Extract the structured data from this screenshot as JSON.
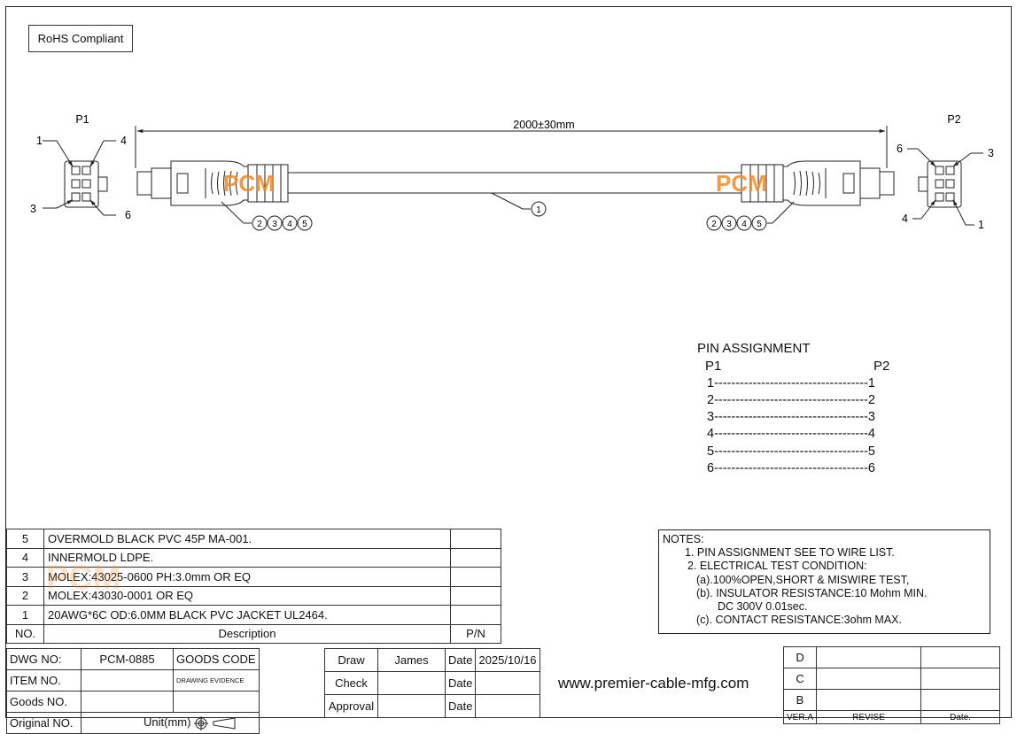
{
  "rohs": "RoHS Compliant",
  "drawing": {
    "length_dim": "2000±30mm",
    "p1_label": "P1",
    "p2_label": "P2",
    "p1_pins": {
      "top_left": "1",
      "top_right": "4",
      "bottom_left": "3",
      "bottom_right": "6"
    },
    "p2_pins": {
      "top_left": "6",
      "top_right": "3",
      "bottom_left": "4",
      "bottom_right": "1"
    },
    "balloon_cable": "1",
    "balloons": [
      "2",
      "3",
      "4",
      "5"
    ],
    "watermark": "PCM",
    "colors": {
      "watermark": "#f08a24",
      "line": "#222222"
    }
  },
  "pin_assignment": {
    "title": "PIN  ASSIGNMENT",
    "left_head": "P1",
    "right_head": "P2",
    "rows": [
      "1------------------------------------1",
      "2------------------------------------2",
      "3------------------------------------3",
      "4------------------------------------4",
      "5------------------------------------5",
      "6------------------------------------6"
    ]
  },
  "notes": {
    "title": "NOTES:",
    "lines": [
      "1. PIN ASSIGNMENT SEE TO WIRE LIST.",
      "2. ELECTRICAL TEST CONDITION:",
      "(a).100%OPEN,SHORT & MISWIRE TEST,",
      "(b). INSULATOR RESISTANCE:10 Mohm MIN.",
      "DC 300V 0.01sec.",
      "(c). CONTACT RESISTANCE:3ohm MAX."
    ]
  },
  "bom": {
    "rows": [
      {
        "no": "5",
        "desc": "OVERMOLD BLACK PVC 45P MA-001.",
        "pn": ""
      },
      {
        "no": "4",
        "desc": "INNERMOLD LDPE.",
        "pn": ""
      },
      {
        "no": "3",
        "desc": "MOLEX:43025-0600  PH:3.0mm  OR  EQ",
        "pn": ""
      },
      {
        "no": "2",
        "desc": "MOLEX:43030-0001  OR  EQ",
        "pn": ""
      },
      {
        "no": "1",
        "desc": "20AWG*6C OD:6.0MM BLACK PVC JACKET UL2464.",
        "pn": ""
      }
    ],
    "header": {
      "no": "NO.",
      "desc": "Description",
      "pn": "P/N"
    }
  },
  "title_block": {
    "dwg_no_label": "DWG NO:",
    "dwg_no": "PCM-0885",
    "goods_code_label": "GOODS CODE",
    "item_no_label": "ITEM NO.",
    "drawing_evidence": "DRAWING EVIDENCE",
    "goods_no_label": "Goods NO.",
    "original_no_label": "Original NO.",
    "unit_label": "Unit(mm)",
    "draw_label": "Draw",
    "draw_name": "James",
    "check_label": "Check",
    "approval_label": "Approval",
    "date_label": "Date",
    "draw_date": "2025/10/16",
    "url": "www.premier-cable-mfg.com",
    "rev_letters": [
      "D",
      "C",
      "B"
    ],
    "ver_label": "VER.A",
    "revise_label": "REVISE",
    "date_col_label": "Date."
  }
}
